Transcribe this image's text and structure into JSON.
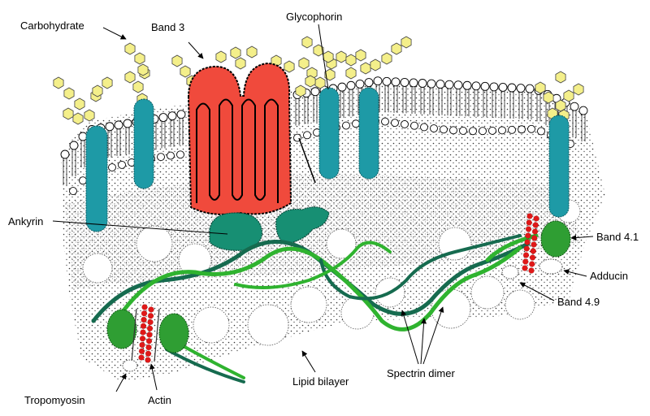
{
  "labels": {
    "carbohydrate": "Carbohydrate",
    "band3": "Band 3",
    "glycophorin": "Glycophorin",
    "ankyrin": "Ankyrin",
    "band41": "Band 4.1",
    "adducin": "Adducin",
    "band49": "Band 4.9",
    "spectrin_dimer": "Spectrin dimer",
    "lipid_bilayer": "Lipid bilayer",
    "tropomyosin": "Tropomyosin",
    "actin": "Actin"
  },
  "colors": {
    "glycophorin": "#1e9aa6",
    "band3": "#f04a3c",
    "ankyrin": "#178f73",
    "spectrin_dark": "#166b4f",
    "spectrin_light": "#2fb32f",
    "band41": "#2f9e33",
    "actin": "#e01818",
    "carbohydrate": "#f4ef8a",
    "lipid": "#000000"
  }
}
